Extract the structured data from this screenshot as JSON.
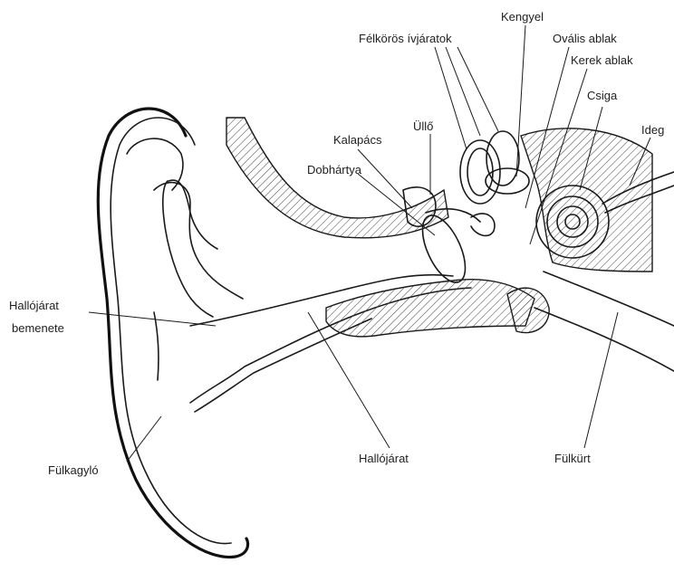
{
  "labels": {
    "kengyel": "Kengyel",
    "felkoros": "Félkörös ívjáratok",
    "ovalis": "Ovális ablak",
    "kerek": "Kerek ablak",
    "csiga": "Csiga",
    "ideg": "Ideg",
    "ullo": "Üllő",
    "kalapacs": "Kalapács",
    "dobhartya": "Dobhártya",
    "hallojarat_bemenete_1": "Hallójárat",
    "hallojarat_bemenete_2": "bemenete",
    "fulkagylo": "Fülkagyló",
    "hallojarat": "Hallójárat",
    "fulkurt": "Fülkürt"
  }
}
